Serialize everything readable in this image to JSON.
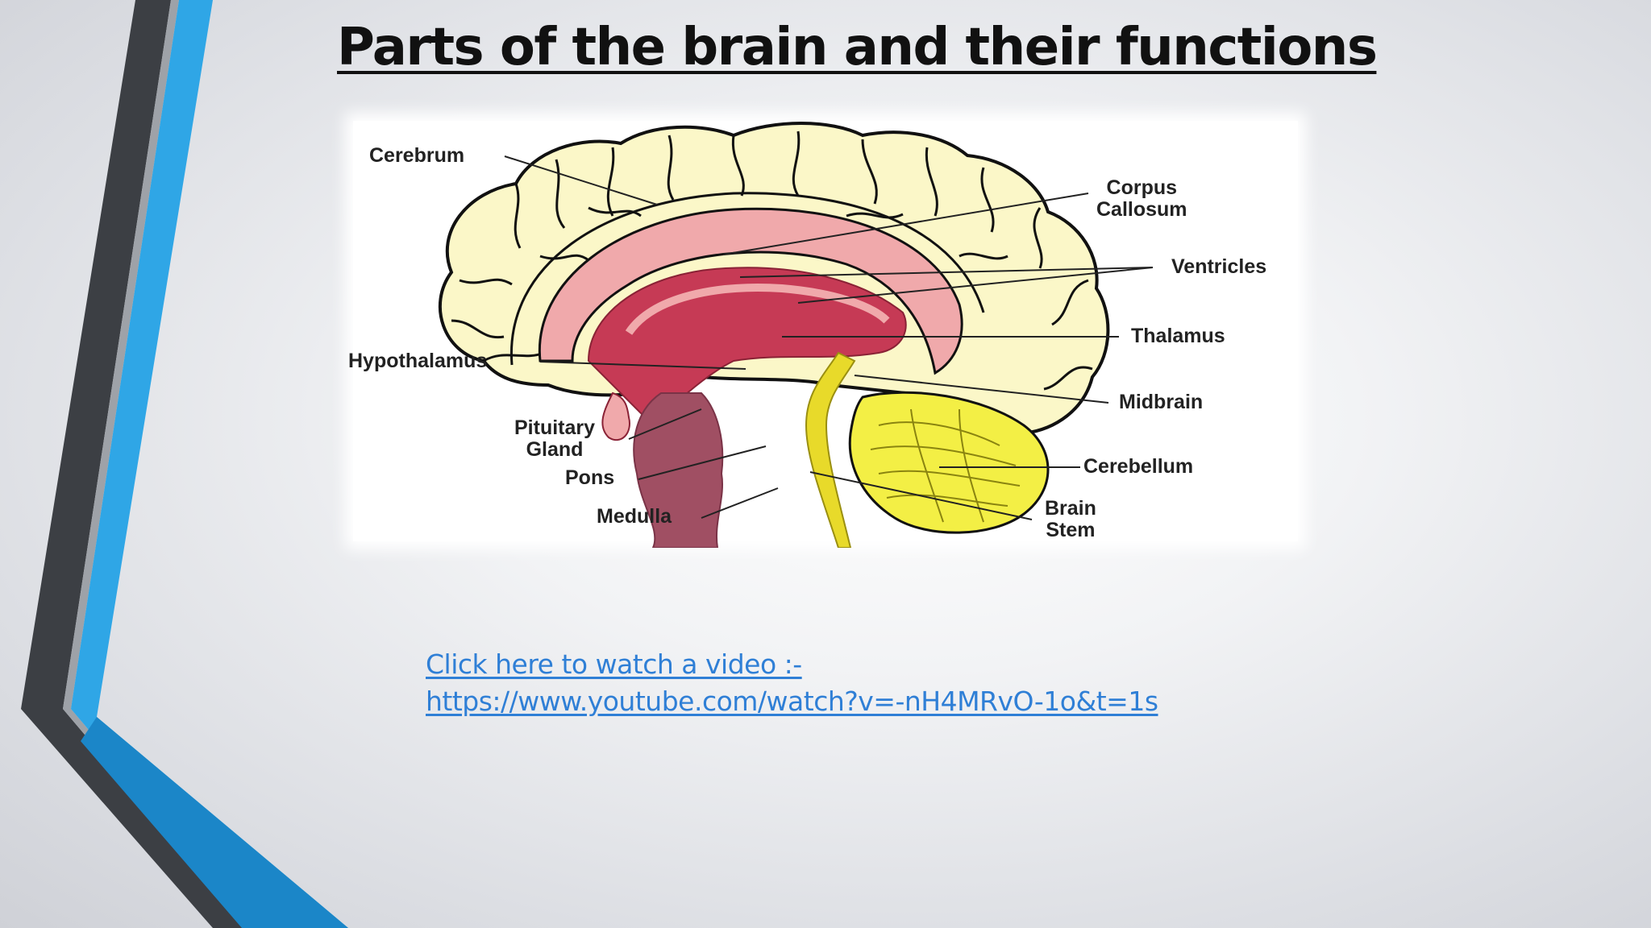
{
  "slide": {
    "title": "Parts of the brain and their functions",
    "link_line1": "Click here to watch a video :-",
    "link_line2": "https://www.youtube.com/watch?v=-nH4MRvO-1o&t=1s"
  },
  "diagram": {
    "labels": {
      "cerebrum": "Cerebrum",
      "corpus_callosum_1": "Corpus",
      "corpus_callosum_2": "Callosum",
      "ventricles": "Ventricles",
      "thalamus": "Thalamus",
      "hypothalamus": "Hypothalamus",
      "midbrain": "Midbrain",
      "pituitary_1": "Pituitary",
      "pituitary_2": "Gland",
      "cerebellum": "Cerebellum",
      "pons": "Pons",
      "brain_stem_1": "Brain",
      "brain_stem_2": "Stem",
      "medulla": "Medulla"
    },
    "colors": {
      "cortex": "#fbf7c8",
      "cortex_outline": "#111111",
      "corpus_callosum": "#f0a9ab",
      "ventricle_core": "#c63a55",
      "brainstem": "#a04f63",
      "cerebellum": "#f3ef45",
      "spinal_canal": "#e8da2a"
    }
  },
  "theme": {
    "accent_blue": "#2fa6e6",
    "accent_dark": "#3c3f44",
    "link_color": "#2f7fd6"
  }
}
